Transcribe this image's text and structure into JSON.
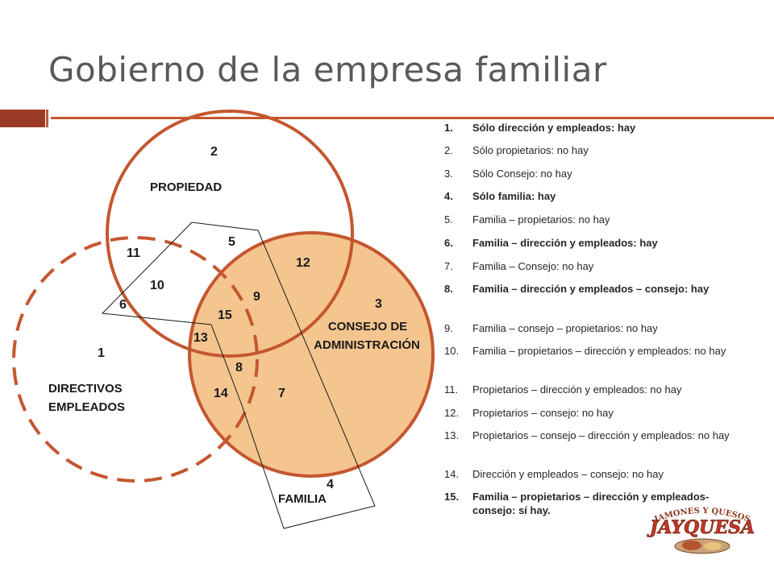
{
  "title": "Gobierno de la empresa familiar",
  "colors": {
    "accent": "#c4572f",
    "accent_dark": "#9c3a28",
    "consejo_fill": "#f5c590"
  },
  "diagram": {
    "circles": {
      "propiedad": "PROPIEDAD",
      "consejo_line1": "CONSEJO DE",
      "consejo_line2": "ADMINISTRACIÓN",
      "directivos_line1": "DIRECTIVOS",
      "directivos_line2": "EMPLEADOS",
      "familia": "FAMILIA"
    },
    "regions": [
      "1",
      "2",
      "3",
      "4",
      "5",
      "6",
      "7",
      "8",
      "9",
      "10",
      "11",
      "12",
      "13",
      "14",
      "15"
    ]
  },
  "legend": [
    {
      "num": "1.",
      "text": "Sólo dirección y empleados: hay",
      "bold": true
    },
    {
      "num": "2.",
      "text": "Sólo propietarios: no hay",
      "bold": false
    },
    {
      "num": "3.",
      "text": "Sólo Consejo: no hay",
      "bold": false
    },
    {
      "num": "4.",
      "text": "Sólo familia:  hay",
      "bold": true
    },
    {
      "num": "5.",
      "text": "Familia – propietarios: no hay",
      "bold": false
    },
    {
      "num": "6.",
      "text": "Familia – dirección y empleados: hay",
      "bold": true
    },
    {
      "num": "7.",
      "text": "Familia – Consejo: no hay",
      "bold": false
    },
    {
      "num": "8.",
      "text": "Familia – dirección y empleados – consejo: hay",
      "bold": true
    },
    {
      "num": "9.",
      "text": "Familia – consejo – propietarios: no hay",
      "bold": false
    },
    {
      "num": "10.",
      "text": "Familia – propietarios – dirección y empleados: no hay",
      "bold": false
    },
    {
      "num": "11.",
      "text": "Propietarios – dirección y empleados: no hay",
      "bold": false
    },
    {
      "num": "12.",
      "text": "Propietarios – consejo: no hay",
      "bold": false
    },
    {
      "num": "13.",
      "text": "Propietarios – consejo – dirección y empleados: no hay",
      "bold": false
    },
    {
      "num": "14.",
      "text": "Dirección y empleados – consejo: no hay",
      "bold": false
    },
    {
      "num": "15.",
      "text": "Familia – propietarios – dirección y empleados- consejo: sí hay.",
      "bold": true
    }
  ],
  "logo": {
    "top_text": "JAMONES Y QUESOS",
    "brand": "JAYQUESA"
  }
}
